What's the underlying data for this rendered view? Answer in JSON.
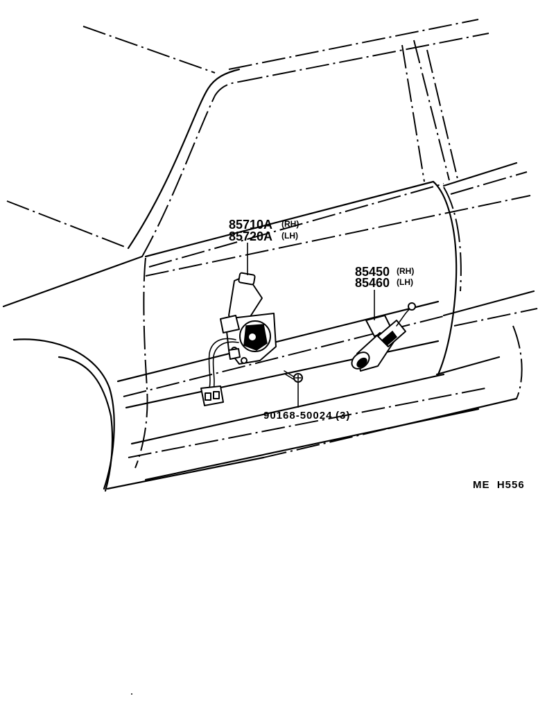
{
  "diagram_id": "ME  H556",
  "callouts": {
    "window_regulator_motor": {
      "rh": {
        "part_no": "85710A",
        "side": "(RH)"
      },
      "lh": {
        "part_no": "85720A",
        "side": "(LH)"
      }
    },
    "door_lock_solenoid": {
      "rh": {
        "part_no": "85450",
        "side": "(RH)"
      },
      "lh": {
        "part_no": "85460",
        "side": "(LH)"
      }
    },
    "screw": {
      "part_no": "90168-50024",
      "qty": "(3)"
    }
  }
}
